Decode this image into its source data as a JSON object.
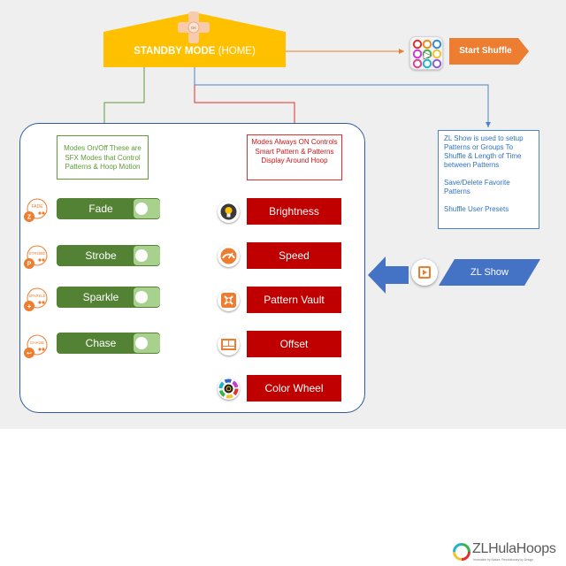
{
  "standby": {
    "title_bold": "STANDBY MODE",
    "title_light": " (HOME)",
    "remote_key_label": "OK",
    "color": "#ffc000"
  },
  "shuffle": {
    "button_label": "Start Shuffle",
    "color": "#ed7d31",
    "grid_colors": [
      "#e03030",
      "#f08a1c",
      "#2f8ae0",
      "#c63bd4",
      "#38b34a",
      "#f2c230",
      "#e83e8c",
      "#1fb4c7",
      "#8c5cd6"
    ]
  },
  "sfx_note": "Modes On/Off These are SFX Modes that Control Patterns & Hoop Motion",
  "smart_note": "Modes Always ON Controls Smart Pattern & Patterns Display Around Hoop",
  "sfx_modes": [
    {
      "label": "Fade",
      "icon": "fade-icon",
      "icon_text": "FADE",
      "icon_letter": "Z"
    },
    {
      "label": "Strobe",
      "icon": "strobe-icon",
      "icon_text": "STROBE",
      "icon_letter": "P"
    },
    {
      "label": "Sparkle",
      "icon": "sparkle-icon",
      "icon_text": "SPARKLE",
      "icon_letter": "+"
    },
    {
      "label": "Chase",
      "icon": "chase-icon",
      "icon_text": "CHASE",
      "icon_letter": "↩"
    }
  ],
  "modes": [
    {
      "label": "Brightness",
      "icon": "bulb-icon"
    },
    {
      "label": "Speed",
      "icon": "speedometer-icon"
    },
    {
      "label": "Pattern Vault",
      "icon": "vault-icon"
    },
    {
      "label": "Offset",
      "icon": "offset-icon"
    },
    {
      "label": "Color Wheel",
      "icon": "color-wheel-icon"
    }
  ],
  "zlshow": {
    "button_label": "ZL Show",
    "note_paragraphs": [
      "ZL Show is used to setup Patterns or Groups To Shuffle & Length of Time between Patterns",
      "Save/Delete Favorite Patterns",
      "Shuffle User Presets"
    ],
    "color": "#4472c4"
  },
  "logo": {
    "name": "ZLHulaHoops",
    "tagline": "Innovation by Nature, Revolutionary by Design"
  },
  "colors": {
    "sfx_green": "#548235",
    "toggle_green": "#a9d18e",
    "mode_red": "#c00000",
    "panel_border": "#2e5b9a"
  }
}
